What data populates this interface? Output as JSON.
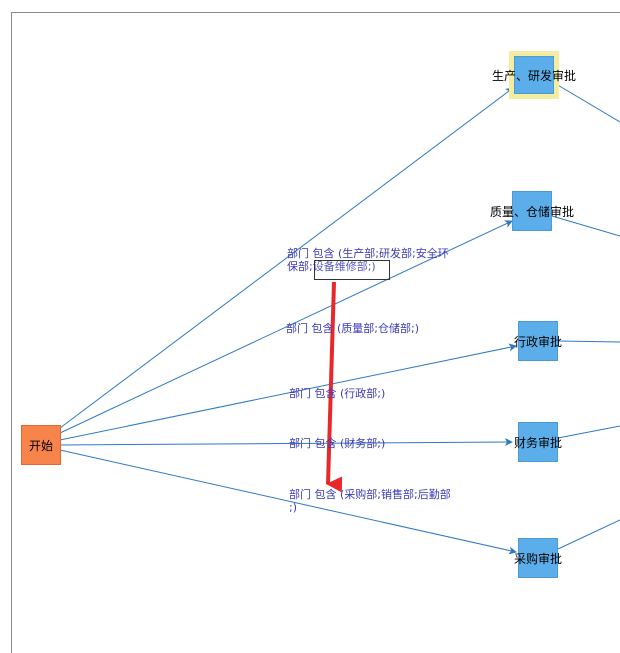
{
  "nodes": {
    "start": "开始",
    "prod_rd": "生产、研发审批",
    "quality_wh": "质量、仓储审批",
    "admin": "行政审批",
    "finance": "财务审批",
    "purchase": "采购审批"
  },
  "edge_labels": {
    "prod_rd_line1": "部门 包含 (生产部;研发部;安全环",
    "prod_rd_line2": "保部;设备维修部;)",
    "quality_wh": "部门 包含 (质量部;仓储部;)",
    "admin": "部门 包含 (行政部;)",
    "finance": "部门 包含 (财务部;)",
    "purchase_line1": "部门 包含 (采购部;销售部;后勤部",
    "purchase_line2": ";)"
  },
  "colors": {
    "start_node": "#f7844b",
    "approval_node": "#5baeea",
    "edge": "#2e79c4",
    "edge_label": "#3a3ab8",
    "drag_arrow": "#e8292c",
    "selection": "#f4eca0"
  }
}
